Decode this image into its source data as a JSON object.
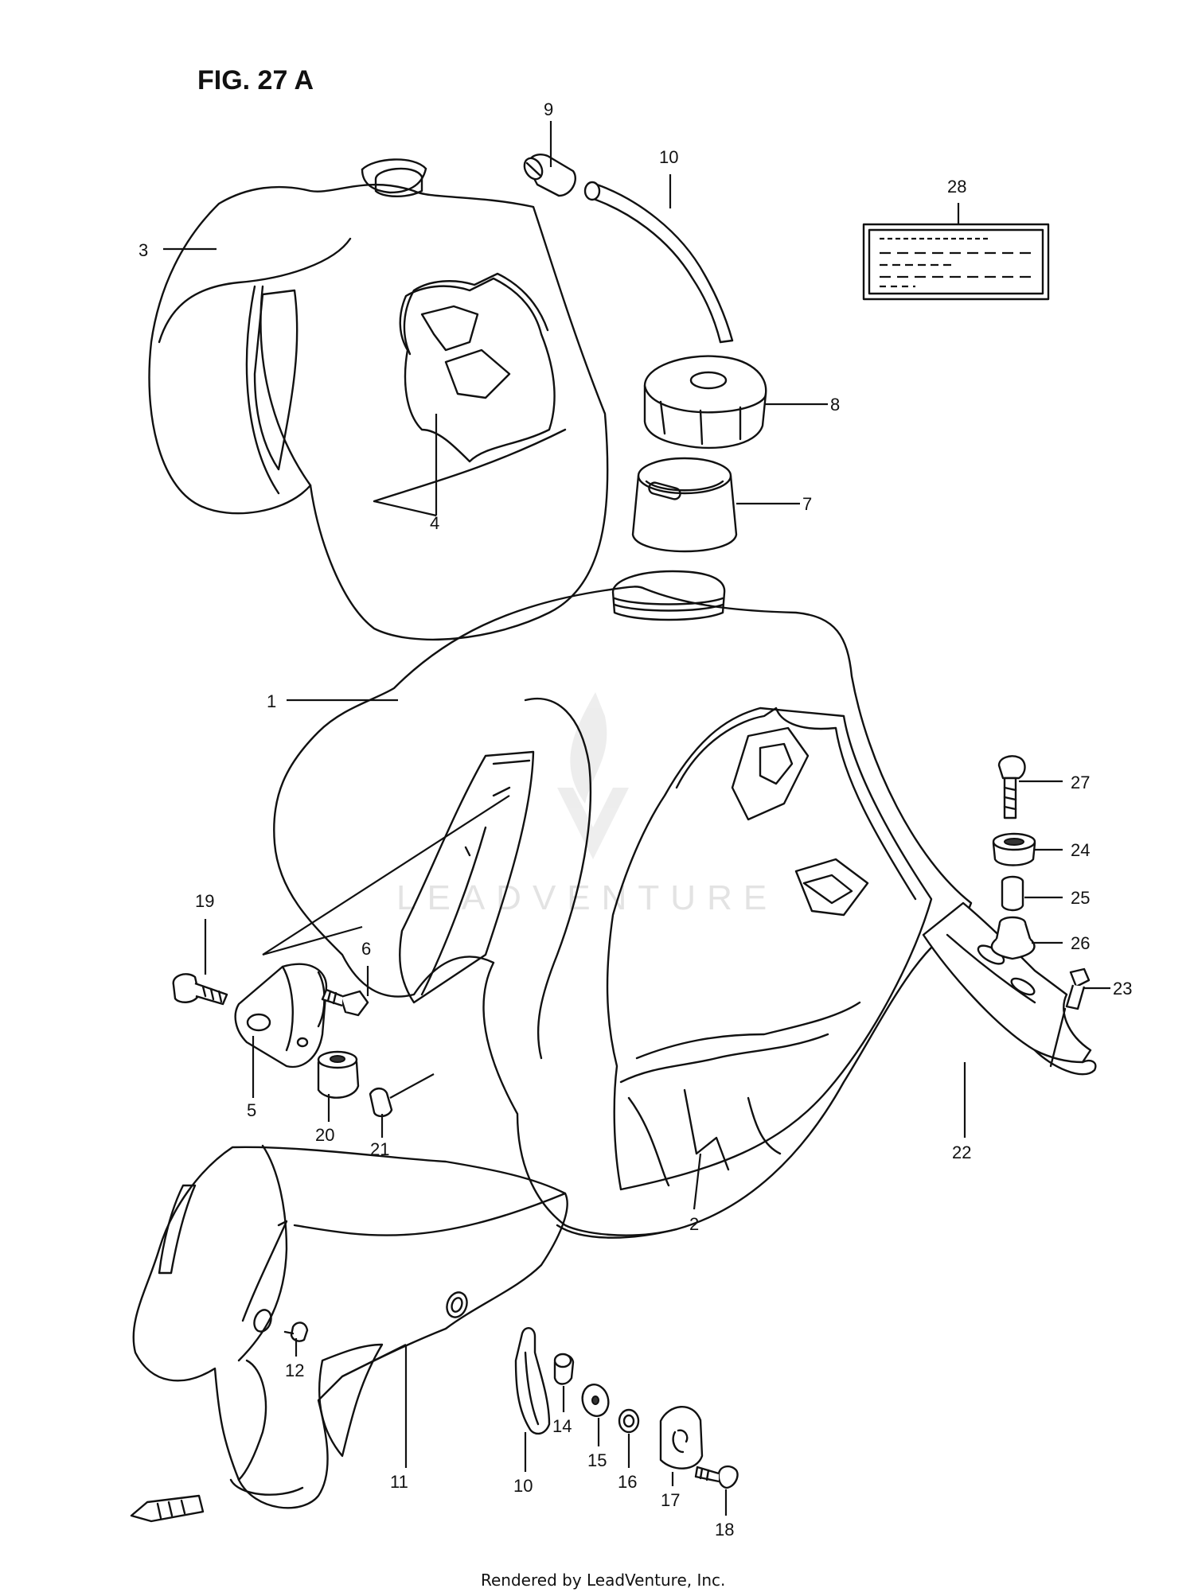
{
  "figure": {
    "title": "FIG. 27 A"
  },
  "watermark": {
    "text": "LEADVENTURE"
  },
  "footer": {
    "text": "Rendered by LeadVenture, Inc."
  },
  "callouts": [
    {
      "id": "c1",
      "label": "1"
    },
    {
      "id": "c2",
      "label": "2"
    },
    {
      "id": "c3",
      "label": "3"
    },
    {
      "id": "c4",
      "label": "4"
    },
    {
      "id": "c5",
      "label": "5"
    },
    {
      "id": "c6",
      "label": "6"
    },
    {
      "id": "c7",
      "label": "7"
    },
    {
      "id": "c8",
      "label": "8"
    },
    {
      "id": "c9",
      "label": "9"
    },
    {
      "id": "c10a",
      "label": "10"
    },
    {
      "id": "c10b",
      "label": "10"
    },
    {
      "id": "c11",
      "label": "11"
    },
    {
      "id": "c12",
      "label": "12"
    },
    {
      "id": "c14",
      "label": "14"
    },
    {
      "id": "c15",
      "label": "15"
    },
    {
      "id": "c16",
      "label": "16"
    },
    {
      "id": "c17",
      "label": "17"
    },
    {
      "id": "c18",
      "label": "18"
    },
    {
      "id": "c19",
      "label": "19"
    },
    {
      "id": "c20",
      "label": "20"
    },
    {
      "id": "c21",
      "label": "21"
    },
    {
      "id": "c22",
      "label": "22"
    },
    {
      "id": "c23",
      "label": "23"
    },
    {
      "id": "c24",
      "label": "24"
    },
    {
      "id": "c25",
      "label": "25"
    },
    {
      "id": "c26",
      "label": "26"
    },
    {
      "id": "c27",
      "label": "27"
    },
    {
      "id": "c28",
      "label": "28"
    }
  ],
  "icons": {
    "front_arrow": "fwd-arrow-icon",
    "watermark_logo": "leadventure-logo-icon"
  }
}
